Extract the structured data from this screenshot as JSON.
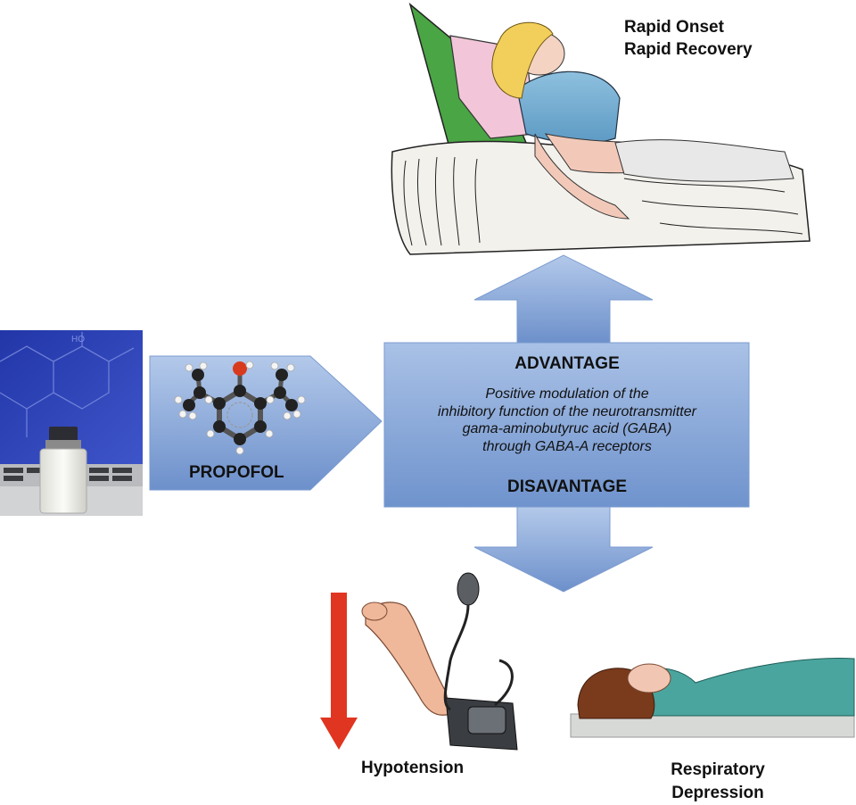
{
  "labels": {
    "advantage_outcome_line1": "Rapid Onset",
    "advantage_outcome_line2": "Rapid Recovery",
    "drug": "PROPOFOL",
    "advantage": "ADVANTAGE",
    "mechanism": [
      "Positive modulation of the",
      "inhibitory function of the neurotransmitter",
      "gama-aminobutyruc acid (GABA)",
      "through GABA-A receptors"
    ],
    "disadvantage": "DISAVANTAGE",
    "adverse_1": "Hypotension",
    "adverse_2_line1": "Respiratory",
    "adverse_2_line2": "Depression"
  },
  "molecule_text": "HO",
  "colors": {
    "arrow_fill": "#8eaedc",
    "arrow_stroke": "#6f93c8",
    "down_arrow": "#e03520",
    "screen_blue": "#2b3fb8"
  }
}
